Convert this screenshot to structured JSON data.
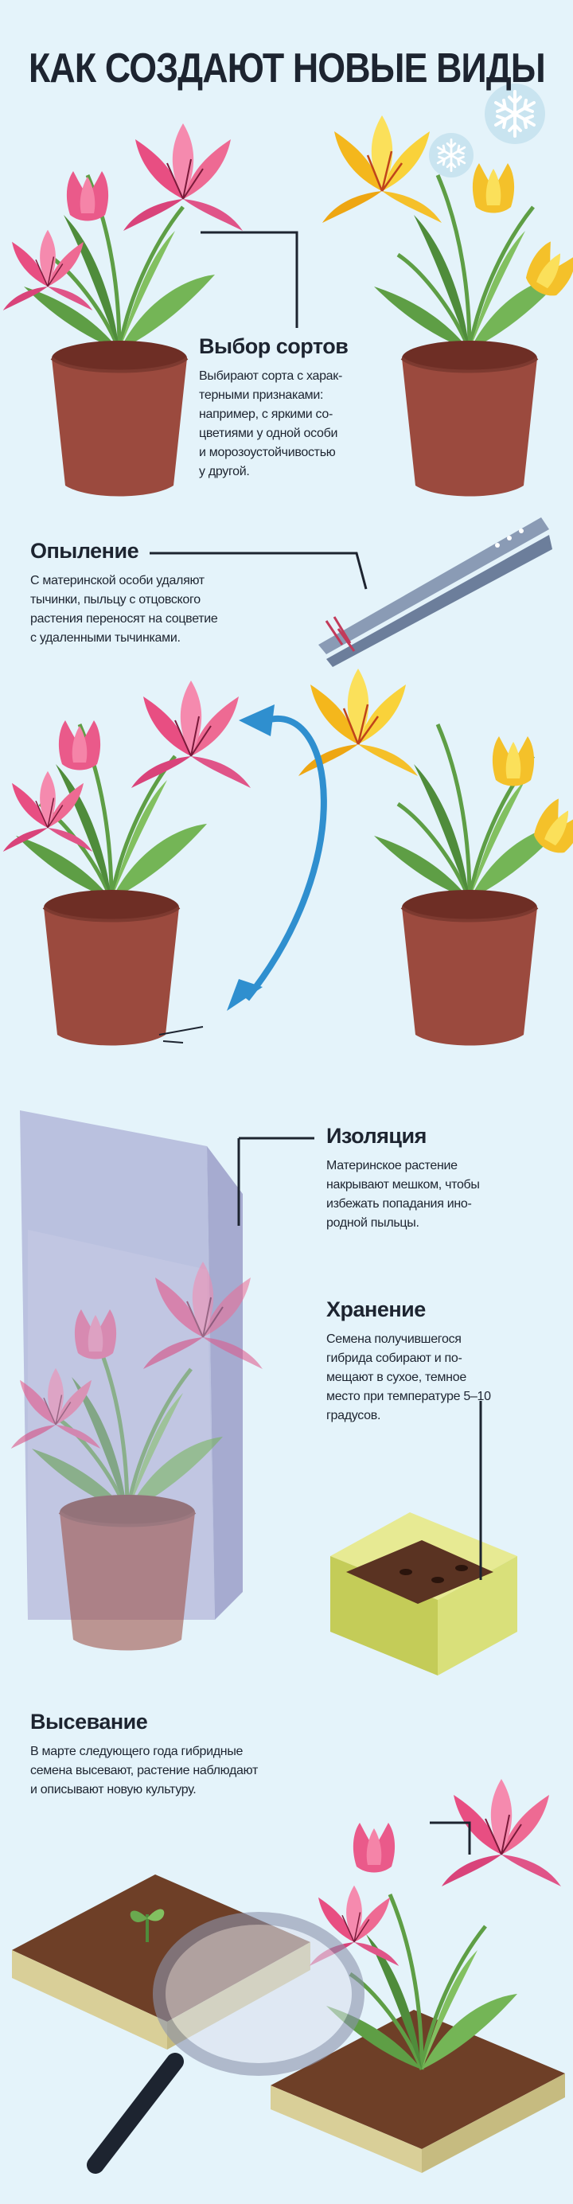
{
  "title": "КАК СОЗДАЮТ НОВЫЕ ВИДЫ",
  "steps": [
    {
      "heading": "Выбор сортов",
      "lines": [
        "Выбирают сорта с харак-",
        "терными признаками:",
        "например, с яркими со-",
        "цветиями у одной особи",
        "и морозоустойчивостью",
        "у другой."
      ]
    },
    {
      "heading": "Опыление",
      "lines": [
        "С материнской особи удаляют",
        "тычинки, пыльцу с отцовского",
        "растения переносят на соцветие",
        "с удаленными тычинками."
      ]
    },
    {
      "heading": "Изоляция",
      "lines": [
        "Материнское растение",
        "накрывают мешком, чтобы",
        "избежать попадания ино-",
        "родной пыльцы."
      ]
    },
    {
      "heading": "Хранение",
      "lines": [
        "Семена получившегося",
        "гибрида собирают и по-",
        "мещают в сухое, темное",
        "место при температуре 5–10",
        "градусов."
      ]
    },
    {
      "heading": "Высевание",
      "lines": [
        "В марте следующего года гибридные",
        "семена высевают, растение наблюдают",
        "и описывают новую культуру."
      ]
    }
  ],
  "colors": {
    "background": "#e4f3fa",
    "text": "#1d2430",
    "pink_flower": "#ea5a8a",
    "yellow_flower": "#f7c82a",
    "pot": "#9b4a3e",
    "leaf": "#6aa84f",
    "arrow": "#2f8fcf",
    "box": "#d9e07a"
  },
  "icons": [
    "snowflake-icon",
    "tweezers-icon",
    "magnifier-icon",
    "seedling-icon",
    "seed-box-icon",
    "isolation-bag-icon"
  ]
}
